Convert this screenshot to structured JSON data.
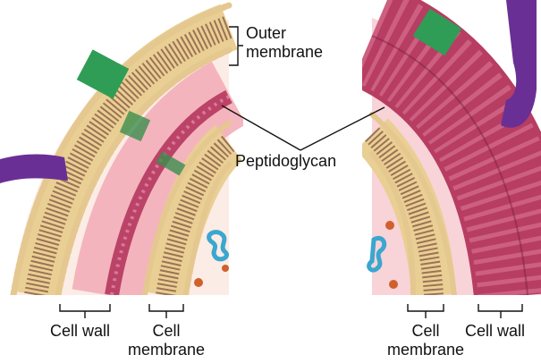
{
  "labels": {
    "outer_membrane": [
      "Outer",
      "membrane"
    ],
    "peptidoglycan": "Peptidoglycan",
    "left_cell_wall": "Cell wall",
    "left_cell_membrane": [
      "Cell",
      "membrane"
    ],
    "right_cell_membrane": [
      "Cell",
      "membrane"
    ],
    "right_cell_wall": "Cell wall"
  },
  "colors": {
    "lipid_head": "#e9cf93",
    "lipid_tail": "#9c7256",
    "peptidoglycan": "#b73d63",
    "periplasm": "#f3aeb8",
    "protein_green": "#2f9d55",
    "protein_purple": "#6a2f94",
    "sugar_blue": "#3aa7cf",
    "label_line": "#111111"
  }
}
